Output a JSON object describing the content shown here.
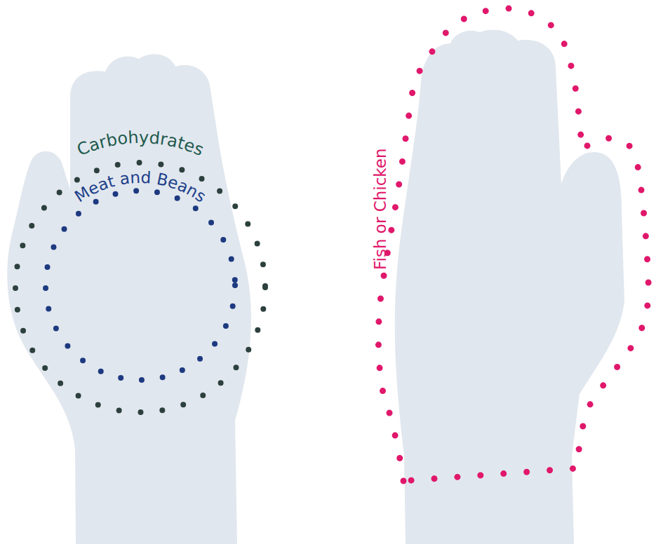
{
  "diagram": {
    "nodes": [
      {
        "text": [
          "Carbohydrates"
        ]
      },
      {
        "text": [
          "Meat and Beans"
        ],
        "in": 0
      },
      {
        "text": [
          "Fish or Chicken"
        ]
      }
    ]
  }
}
